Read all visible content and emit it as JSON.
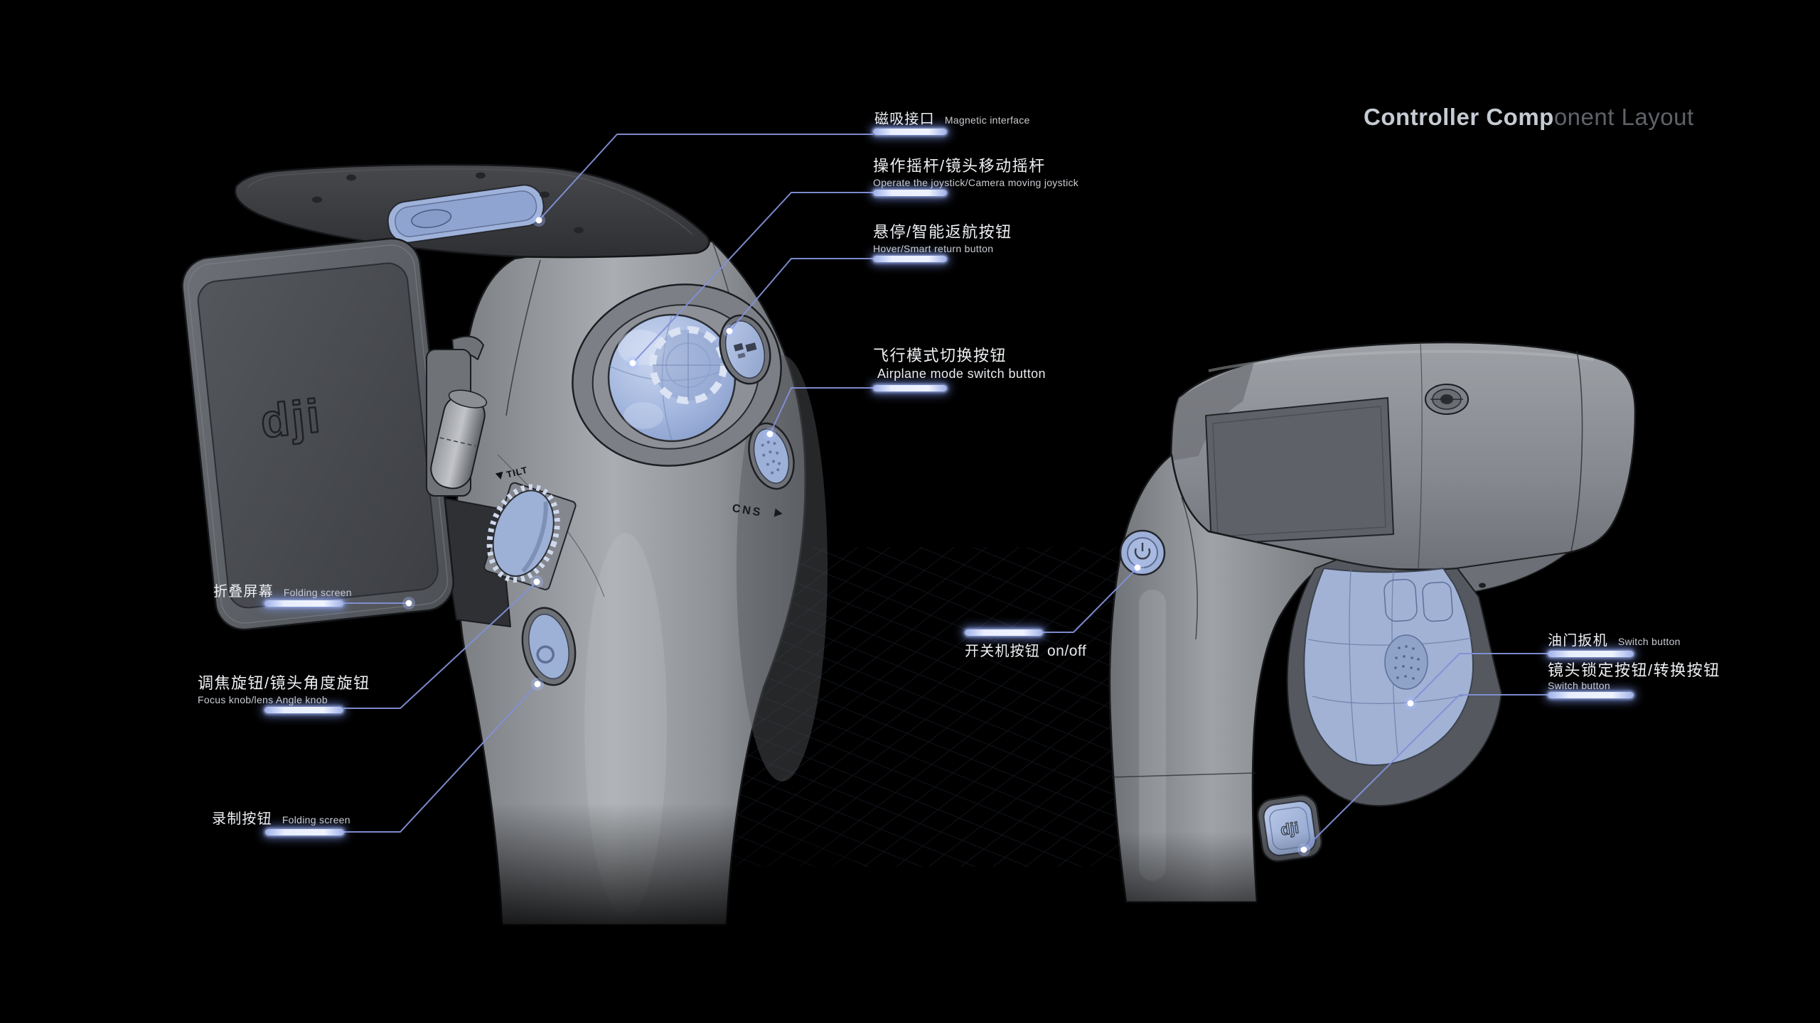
{
  "title": {
    "highlight": "Controller Comp",
    "rest": "onent Layout"
  },
  "callouts": {
    "magnetic_interface": {
      "cn": "磁吸接口",
      "en": "Magnetic interface"
    },
    "joystick": {
      "cn": "操作摇杆/镜头移动摇杆",
      "en": "Operate the joystick/Camera moving joystick"
    },
    "hover_return": {
      "cn": "悬停/智能返航按钮",
      "en": "Hover/Smart return button"
    },
    "airplane_mode": {
      "cn": "飞行模式切换按钮",
      "en": "Airplane mode switch button"
    },
    "folding_screen": {
      "cn": "折叠屏幕",
      "en": "Folding screen"
    },
    "focus_knob": {
      "cn": "调焦旋钮/镜头角度旋钮",
      "en": "Focus knob/lens Angle knob"
    },
    "record_button": {
      "cn": "录制按钮",
      "en": "Folding screen"
    },
    "power_button": {
      "cn": "开关机按钮",
      "en": "on/off"
    },
    "throttle_trigger": {
      "cn": "油门扳机",
      "en": "Switch button"
    },
    "lens_lock": {
      "cn": "镜头锁定按钮/转换按钮",
      "en": "Switch button"
    }
  },
  "device_markings": {
    "screen_logo": "dji",
    "tilt_label": "TILT",
    "cns_label": "CNS",
    "grip_button_logo": "dji"
  },
  "colors": {
    "background": "#000000",
    "leader_line": "#8391d8",
    "glow_bar": "#e8eeff",
    "blue_component": "#a8bae0",
    "body_gray": "#8f9297",
    "label_text": "#eef0f3",
    "label_subtext": "#c9ccd1",
    "title_highlight": "#c6cbd3",
    "title_rest": "#5f6369"
  }
}
